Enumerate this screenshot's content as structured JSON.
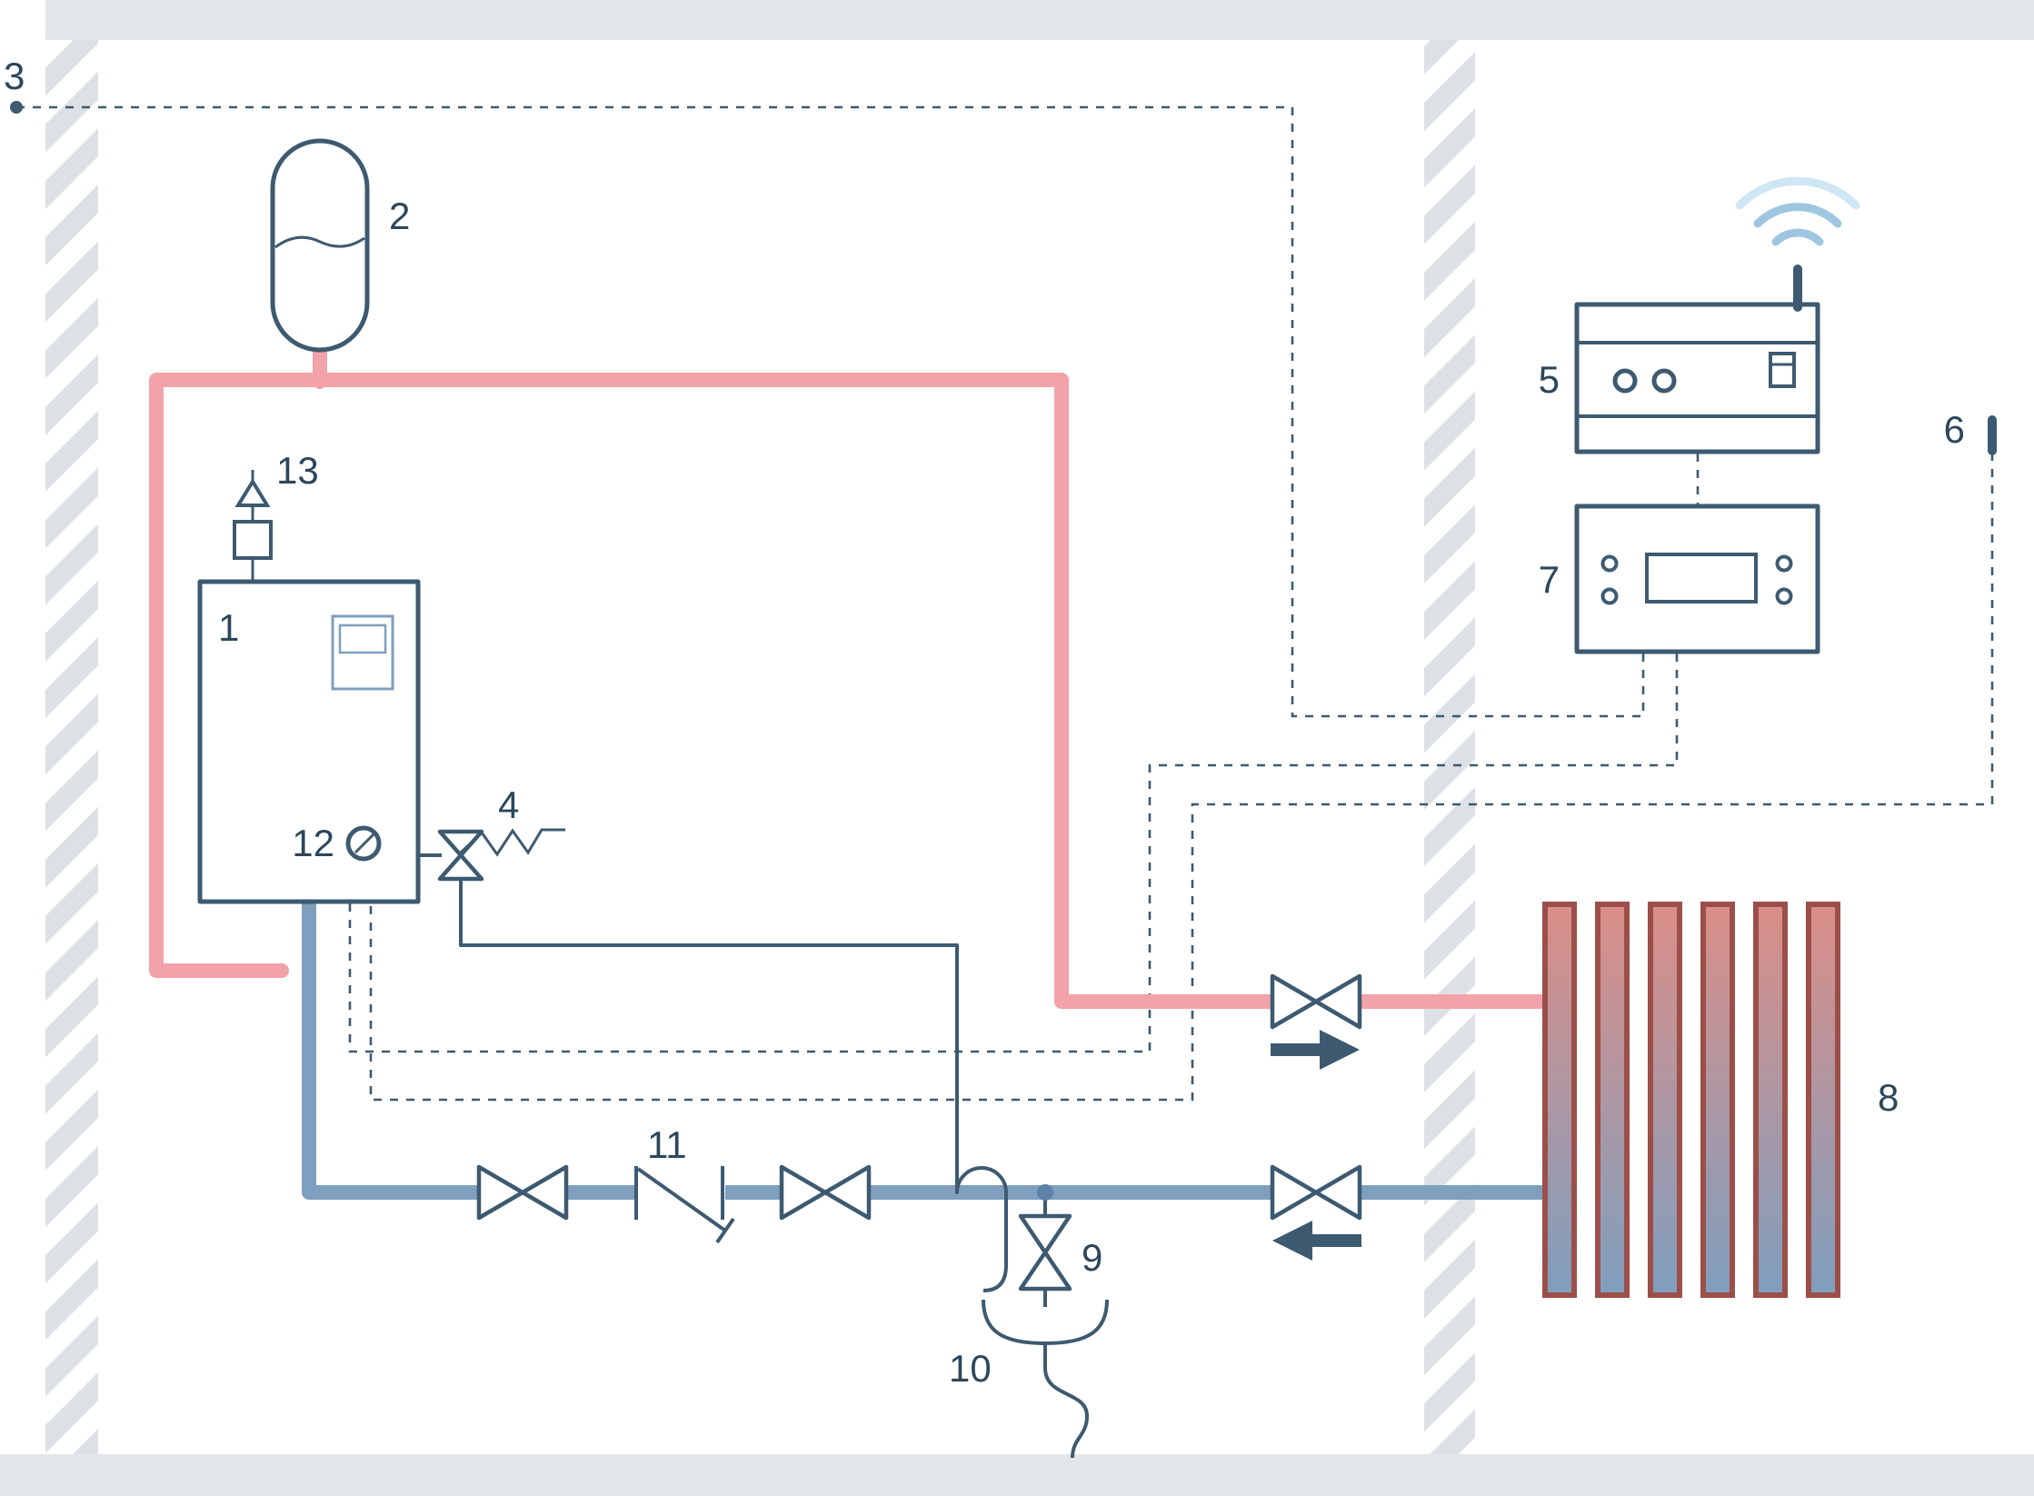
{
  "diagram": {
    "labels": {
      "boiler": "1",
      "expansion_vessel": "2",
      "outdoor_sensor": "3",
      "safety_valve": "4",
      "control_unit": "5",
      "room_sensor": "6",
      "room_thermostat": "7",
      "radiator": "8",
      "drain_valve": "9",
      "discharge_funnel": "10",
      "check_valve": "11",
      "pressure_gauge": "12",
      "air_vent": "13"
    }
  },
  "colors": {
    "line": "#3d5a70",
    "label": "#2c475c",
    "pipe_hot": "#f2a2a9",
    "pipe_cold": "#7f9fbe",
    "junction": "#5d82a6",
    "wall": "#e3e6e9",
    "hatch": "#dde1e5",
    "radiator_frame": "#9c4f49",
    "radiator_hot": "#db8e88",
    "radiator_cold": "#7f9fbe",
    "wifi": "#9fc6e0",
    "wifi_light": "#cfe6f4",
    "display": "#7f9fbe",
    "background": "#ffffff"
  }
}
